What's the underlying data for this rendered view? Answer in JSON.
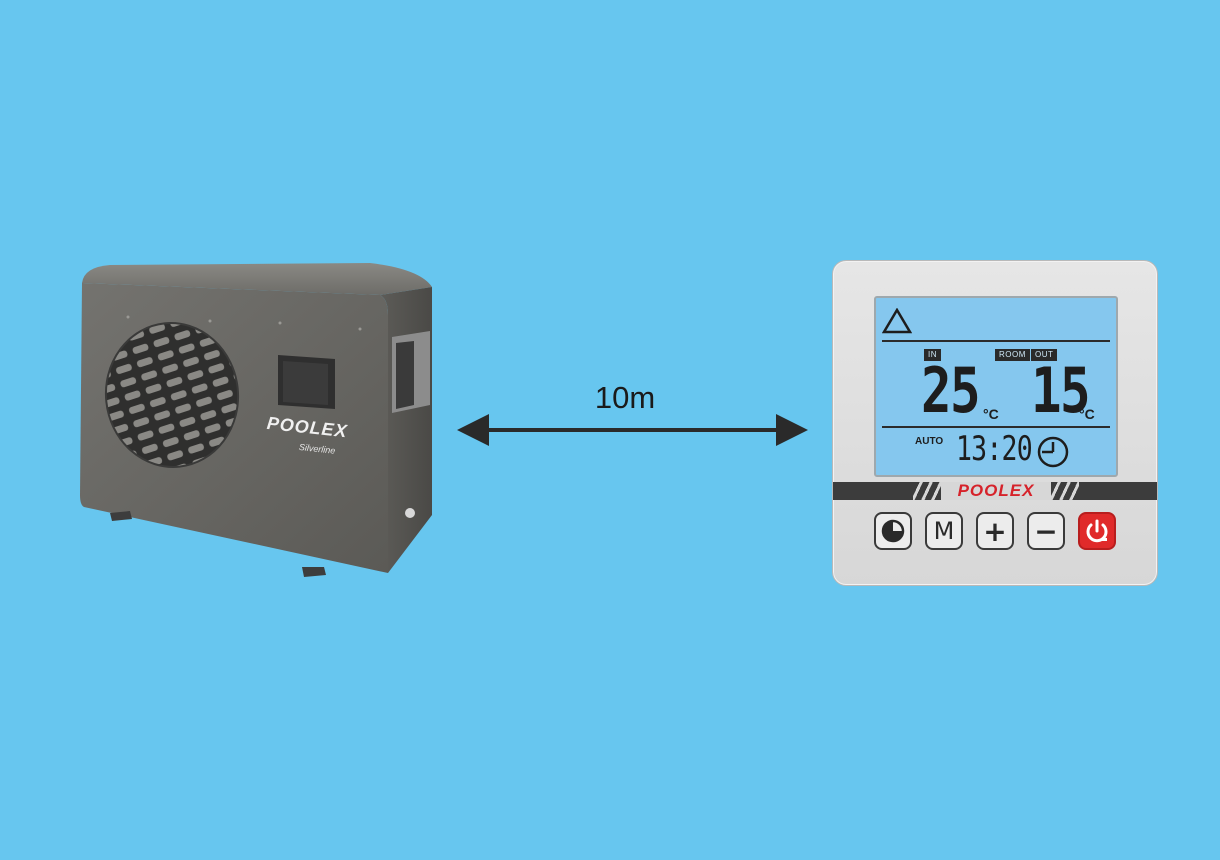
{
  "heat_pump": {
    "brand_badge": "POOLEX",
    "series_badge": "Silverline"
  },
  "cable_distance": {
    "label": "10m"
  },
  "controller": {
    "lcd": {
      "warning_icon": "triangle-icon",
      "tag_in": "IN",
      "tag_room": "ROOM",
      "tag_out": "OUT",
      "temp_in": "25",
      "temp_out": "15",
      "unit": "°C",
      "mode": "AUTO",
      "time": "13:20",
      "clock_icon": "clock-icon"
    },
    "brand": "POOLEX",
    "buttons": [
      {
        "icon": "timer-icon"
      },
      {
        "label": "M"
      },
      {
        "label": "+"
      },
      {
        "label": "−"
      },
      {
        "icon": "power-icon"
      }
    ],
    "colors": {
      "lcd": "#85c7ee",
      "brand_red": "#d6222a",
      "power_button": "#e02a2a"
    }
  },
  "background_color": "#67c6ef"
}
